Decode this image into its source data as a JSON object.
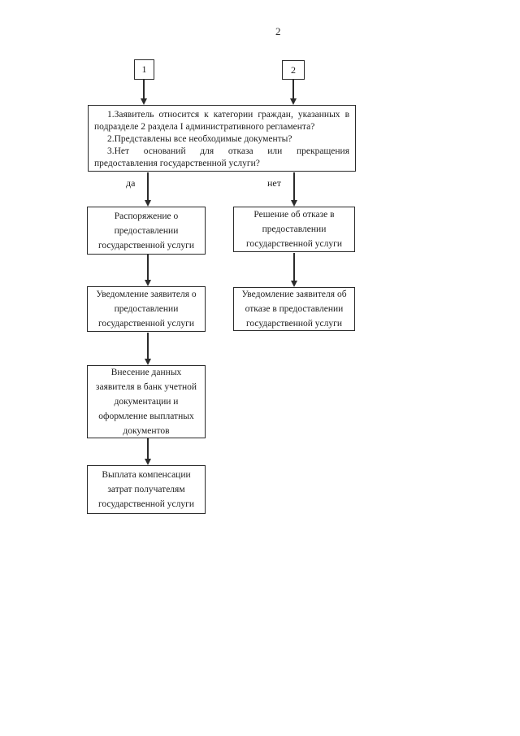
{
  "page": {
    "number": "2",
    "background": "#ffffff"
  },
  "colors": {
    "ink": "#2b2b2b",
    "text": "#1d1d1d"
  },
  "connectors": [
    {
      "label": "1"
    },
    {
      "label": "2"
    }
  ],
  "decision": {
    "items": [
      "1.Заявитель относится к категории граждан, указанных в подразделе 2 раздела I административного регламента?",
      "2.Представлены все необходимые документы?",
      "3.Нет оснований для отказа или прекращения предоставления государственной услуги?"
    ]
  },
  "branches": {
    "yes_label": "да",
    "no_label": "нет"
  },
  "left_flow": [
    {
      "label": "Распоряжение о\nпредоставлении\nгосударственной услуги"
    },
    {
      "label": "Уведомление заявителя о\nпредоставлении\nгосударственной услуги"
    },
    {
      "label": "Внесение данных\nзаявителя в банк учетной\nдокументации и\nоформление выплатных\nдокументов"
    },
    {
      "label": "Выплата компенсации\nзатрат получателям\nгосударственной услуги"
    }
  ],
  "right_flow": [
    {
      "label": "Решение об отказе в\nпредоставлении\nгосударственной услуги"
    },
    {
      "label": "Уведомление заявителя об\nотказе в предоставлении\nгосударственной услуги"
    }
  ]
}
